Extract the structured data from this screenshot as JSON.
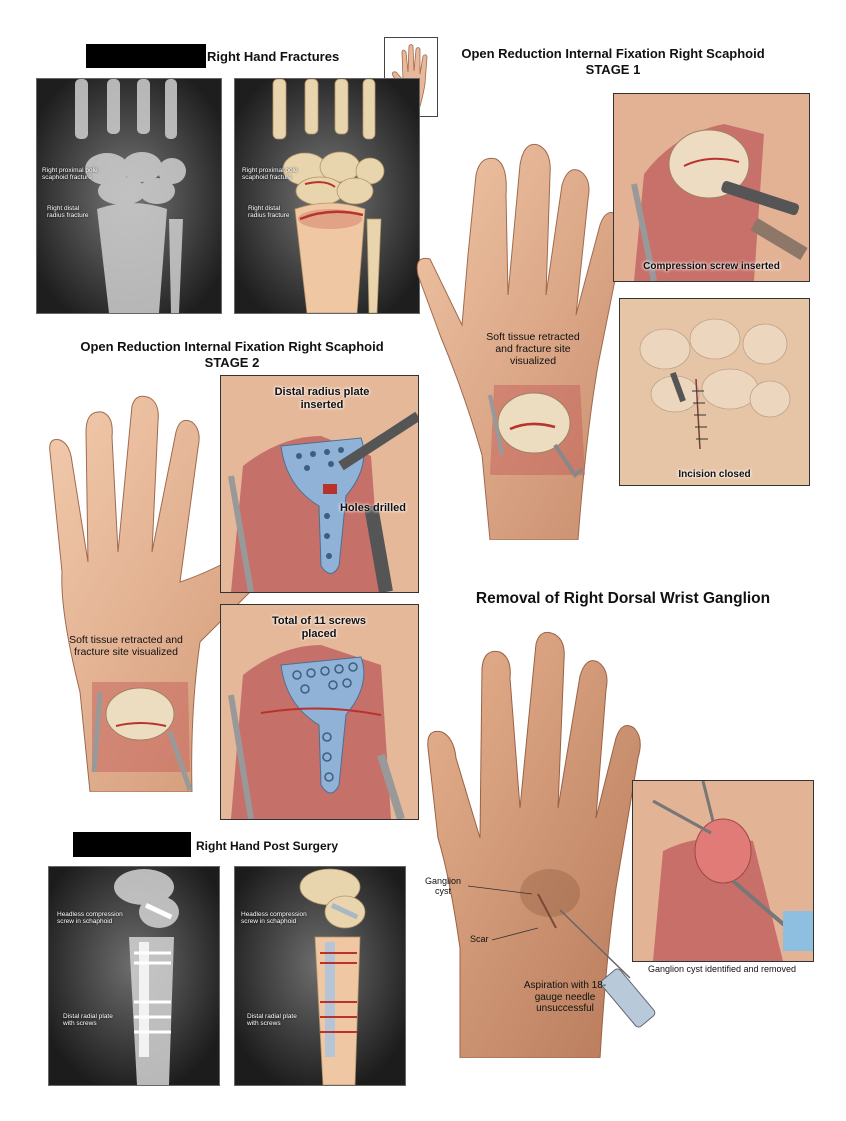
{
  "section_pre_op": {
    "title": "Right Hand Fractures",
    "xray_labels": {
      "scaphoid": "Right proximal pole scaphoid fracture",
      "radius": "Right distal radius fracture"
    }
  },
  "section_stage1": {
    "title_line1": "Open Reduction Internal Fixation Right Scaphoid",
    "title_line2": "STAGE 1",
    "hand_caption": "Soft tissue retracted and fracture site visualized",
    "panel_screw": "Compression screw inserted",
    "panel_incision": "Incision closed"
  },
  "section_stage2": {
    "title_line1": "Open Reduction Internal Fixation Right Scaphoid",
    "title_line2": "STAGE 2",
    "hand_caption": "Soft tissue retracted and fracture site visualized",
    "panel_plate": "Distal radius plate inserted",
    "panel_holes": "Holes drilled",
    "panel_screws": "Total of 11 screws placed"
  },
  "section_ganglion": {
    "title": "Removal of Right Dorsal Wrist Ganglion",
    "label_cyst": "Ganglion cyst",
    "label_scar": "Scar",
    "caption_aspiration": "Aspiration with 18-gauge needle unsuccessful",
    "panel_caption": "Ganglion cyst identified and removed"
  },
  "section_post_op": {
    "title": "Right Hand Post Surgery",
    "xray_labels": {
      "screw": "Headless compression screw in schaphoid",
      "plate": "Distal radial plate with screws"
    }
  },
  "colors": {
    "skin": "#e7b89a",
    "skin_dark": "#c98d6d",
    "plate": "#8fb2d6",
    "blood": "#b8332b"
  }
}
